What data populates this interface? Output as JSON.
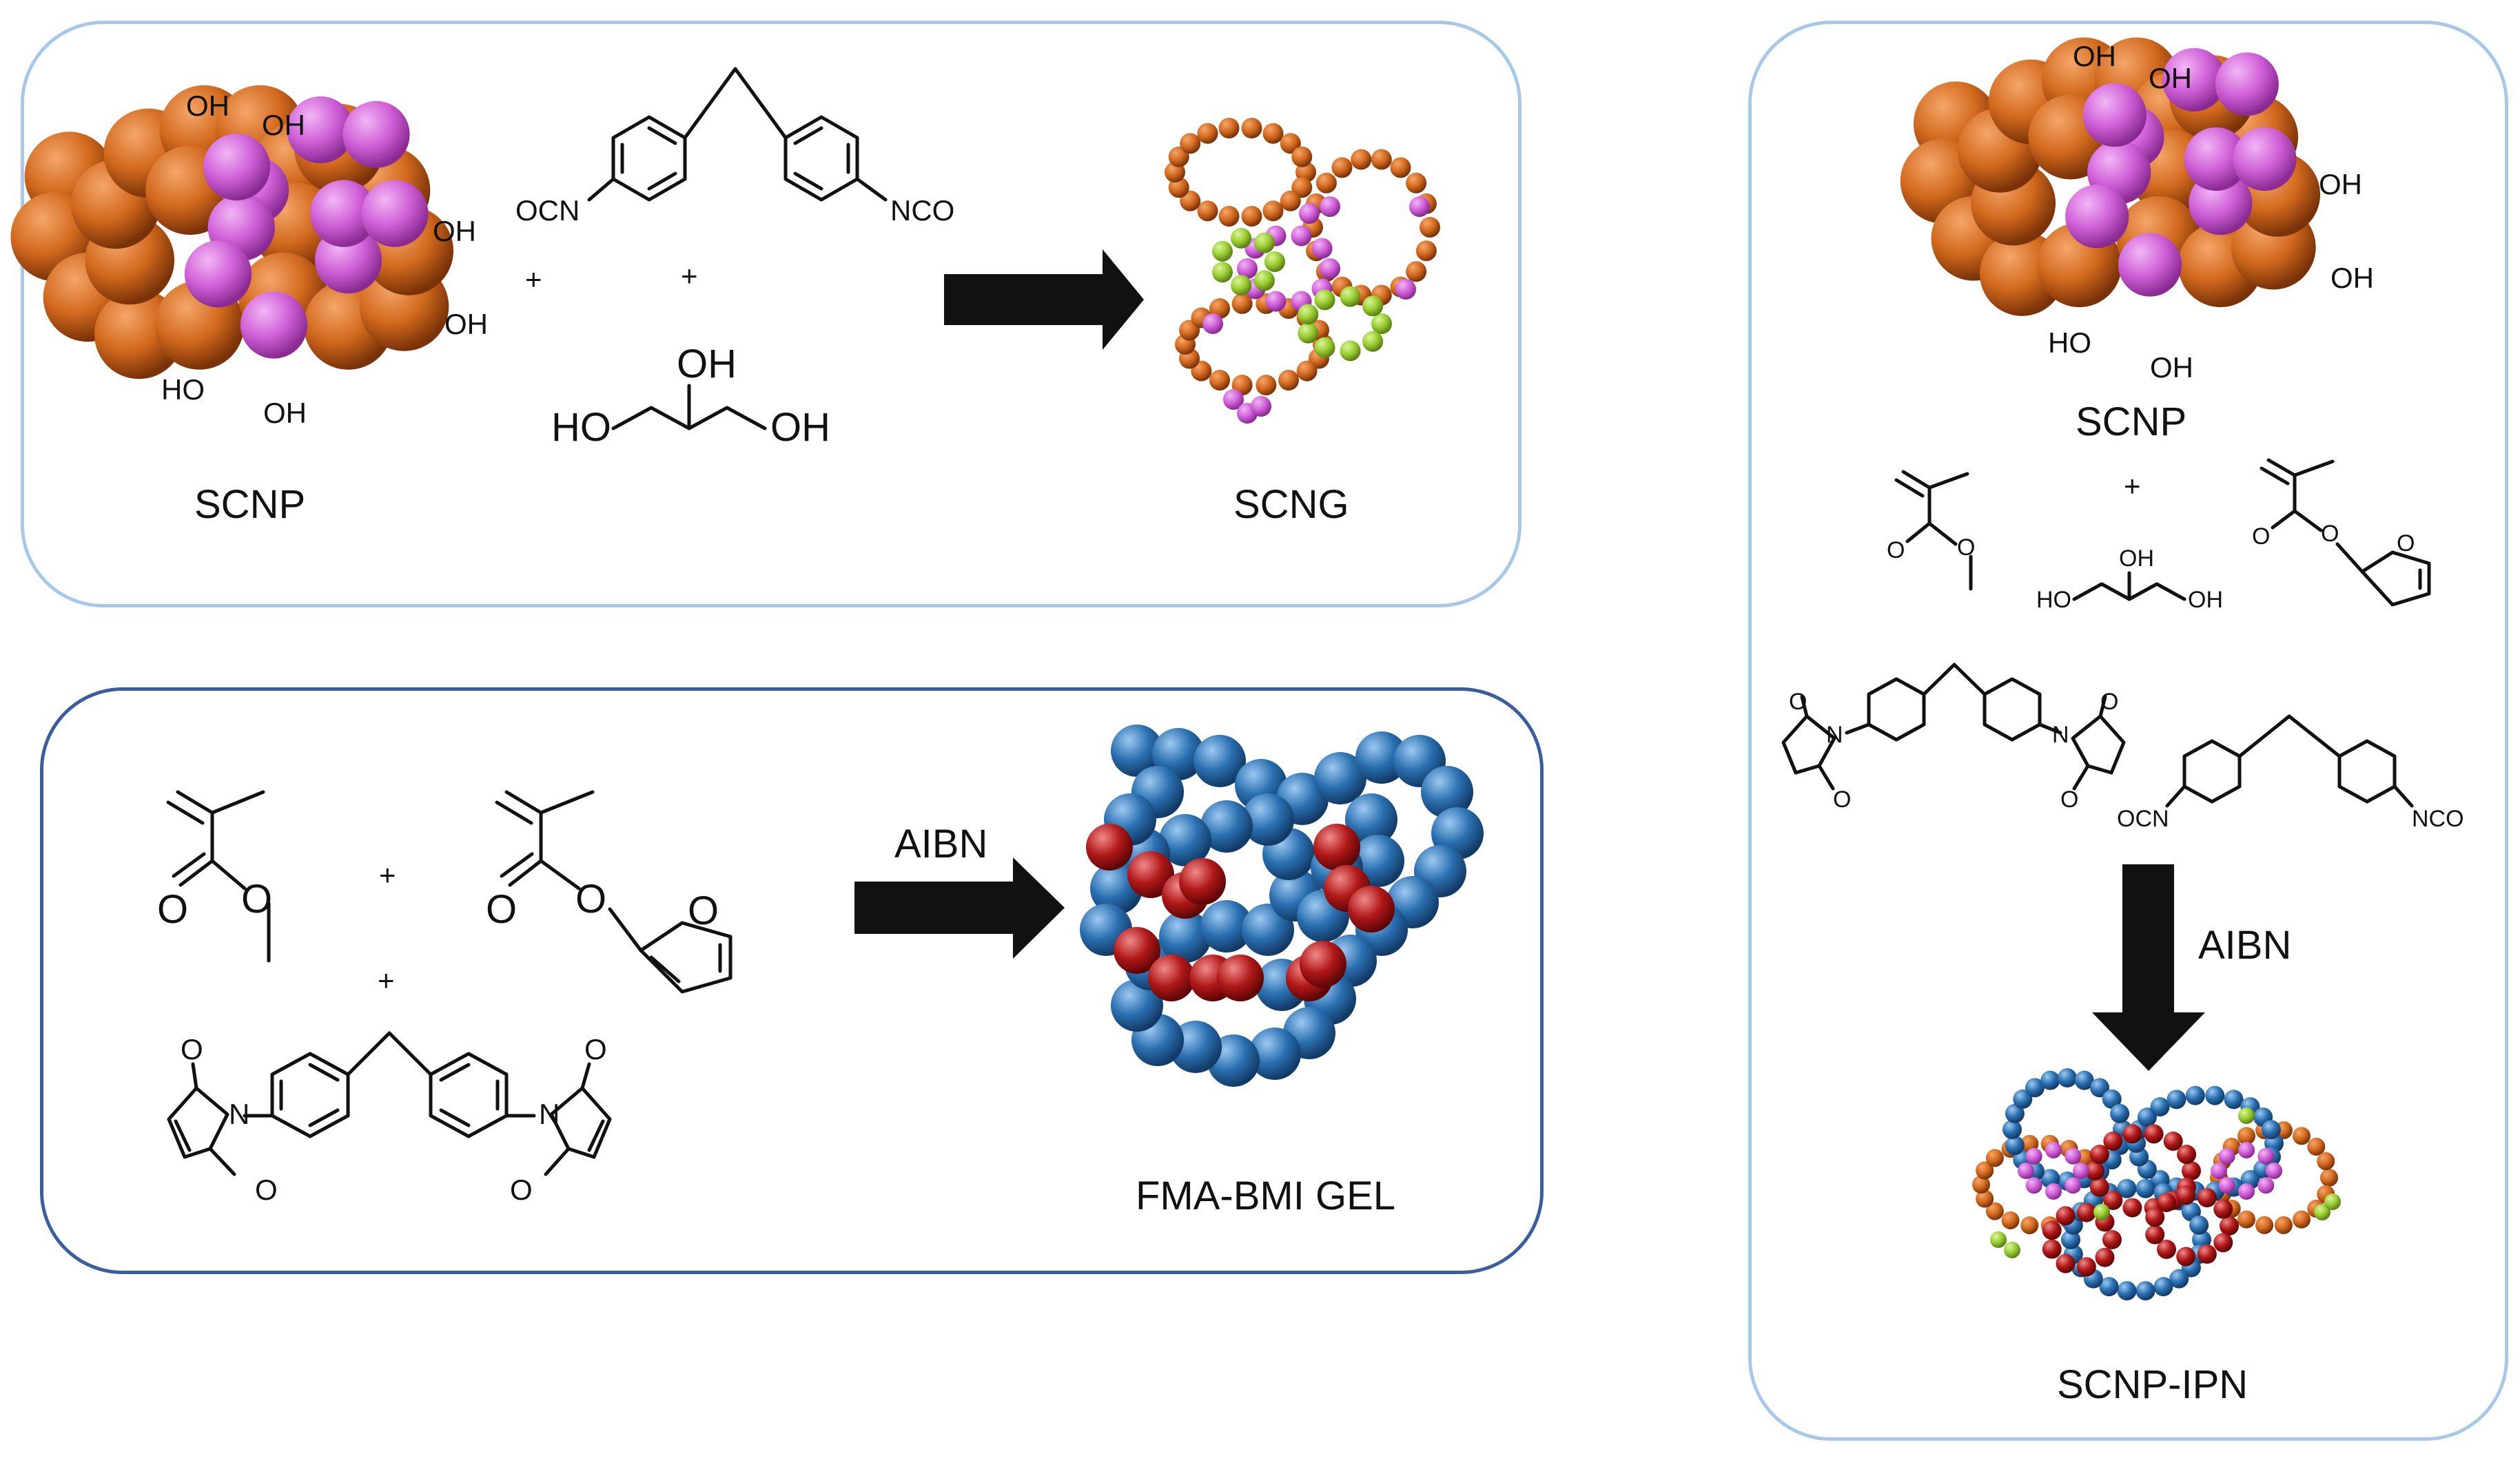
{
  "panels": {
    "top_left": {
      "reactant_label": "SCNP",
      "product_label": "SCNG",
      "oh": "OH",
      "ho": "HO",
      "ocn": "OCN",
      "nco": "NCO",
      "plus": "+"
    },
    "bottom_left": {
      "reagent": "AIBN",
      "product_label": "FMA-BMI GEL",
      "plus": "+",
      "o": "O",
      "n": "N"
    },
    "right": {
      "reactant_label": "SCNP",
      "reagent": "AIBN",
      "product_label": "SCNP-IPN",
      "oh": "OH",
      "ho": "HO",
      "ocn": "OCN",
      "nco": "NCO",
      "plus": "+",
      "o": "O",
      "n": "N"
    }
  },
  "colors": {
    "orange_bead": "#d2691e",
    "magenta_bead": "#d060d8",
    "green_bead": "#9acd32",
    "blue_bead": "#2a6fb0",
    "red_bead": "#b01818",
    "panel_border_light": "#a8c8e8",
    "panel_border_dark": "#3a5d9e",
    "arrow": "#111111"
  }
}
